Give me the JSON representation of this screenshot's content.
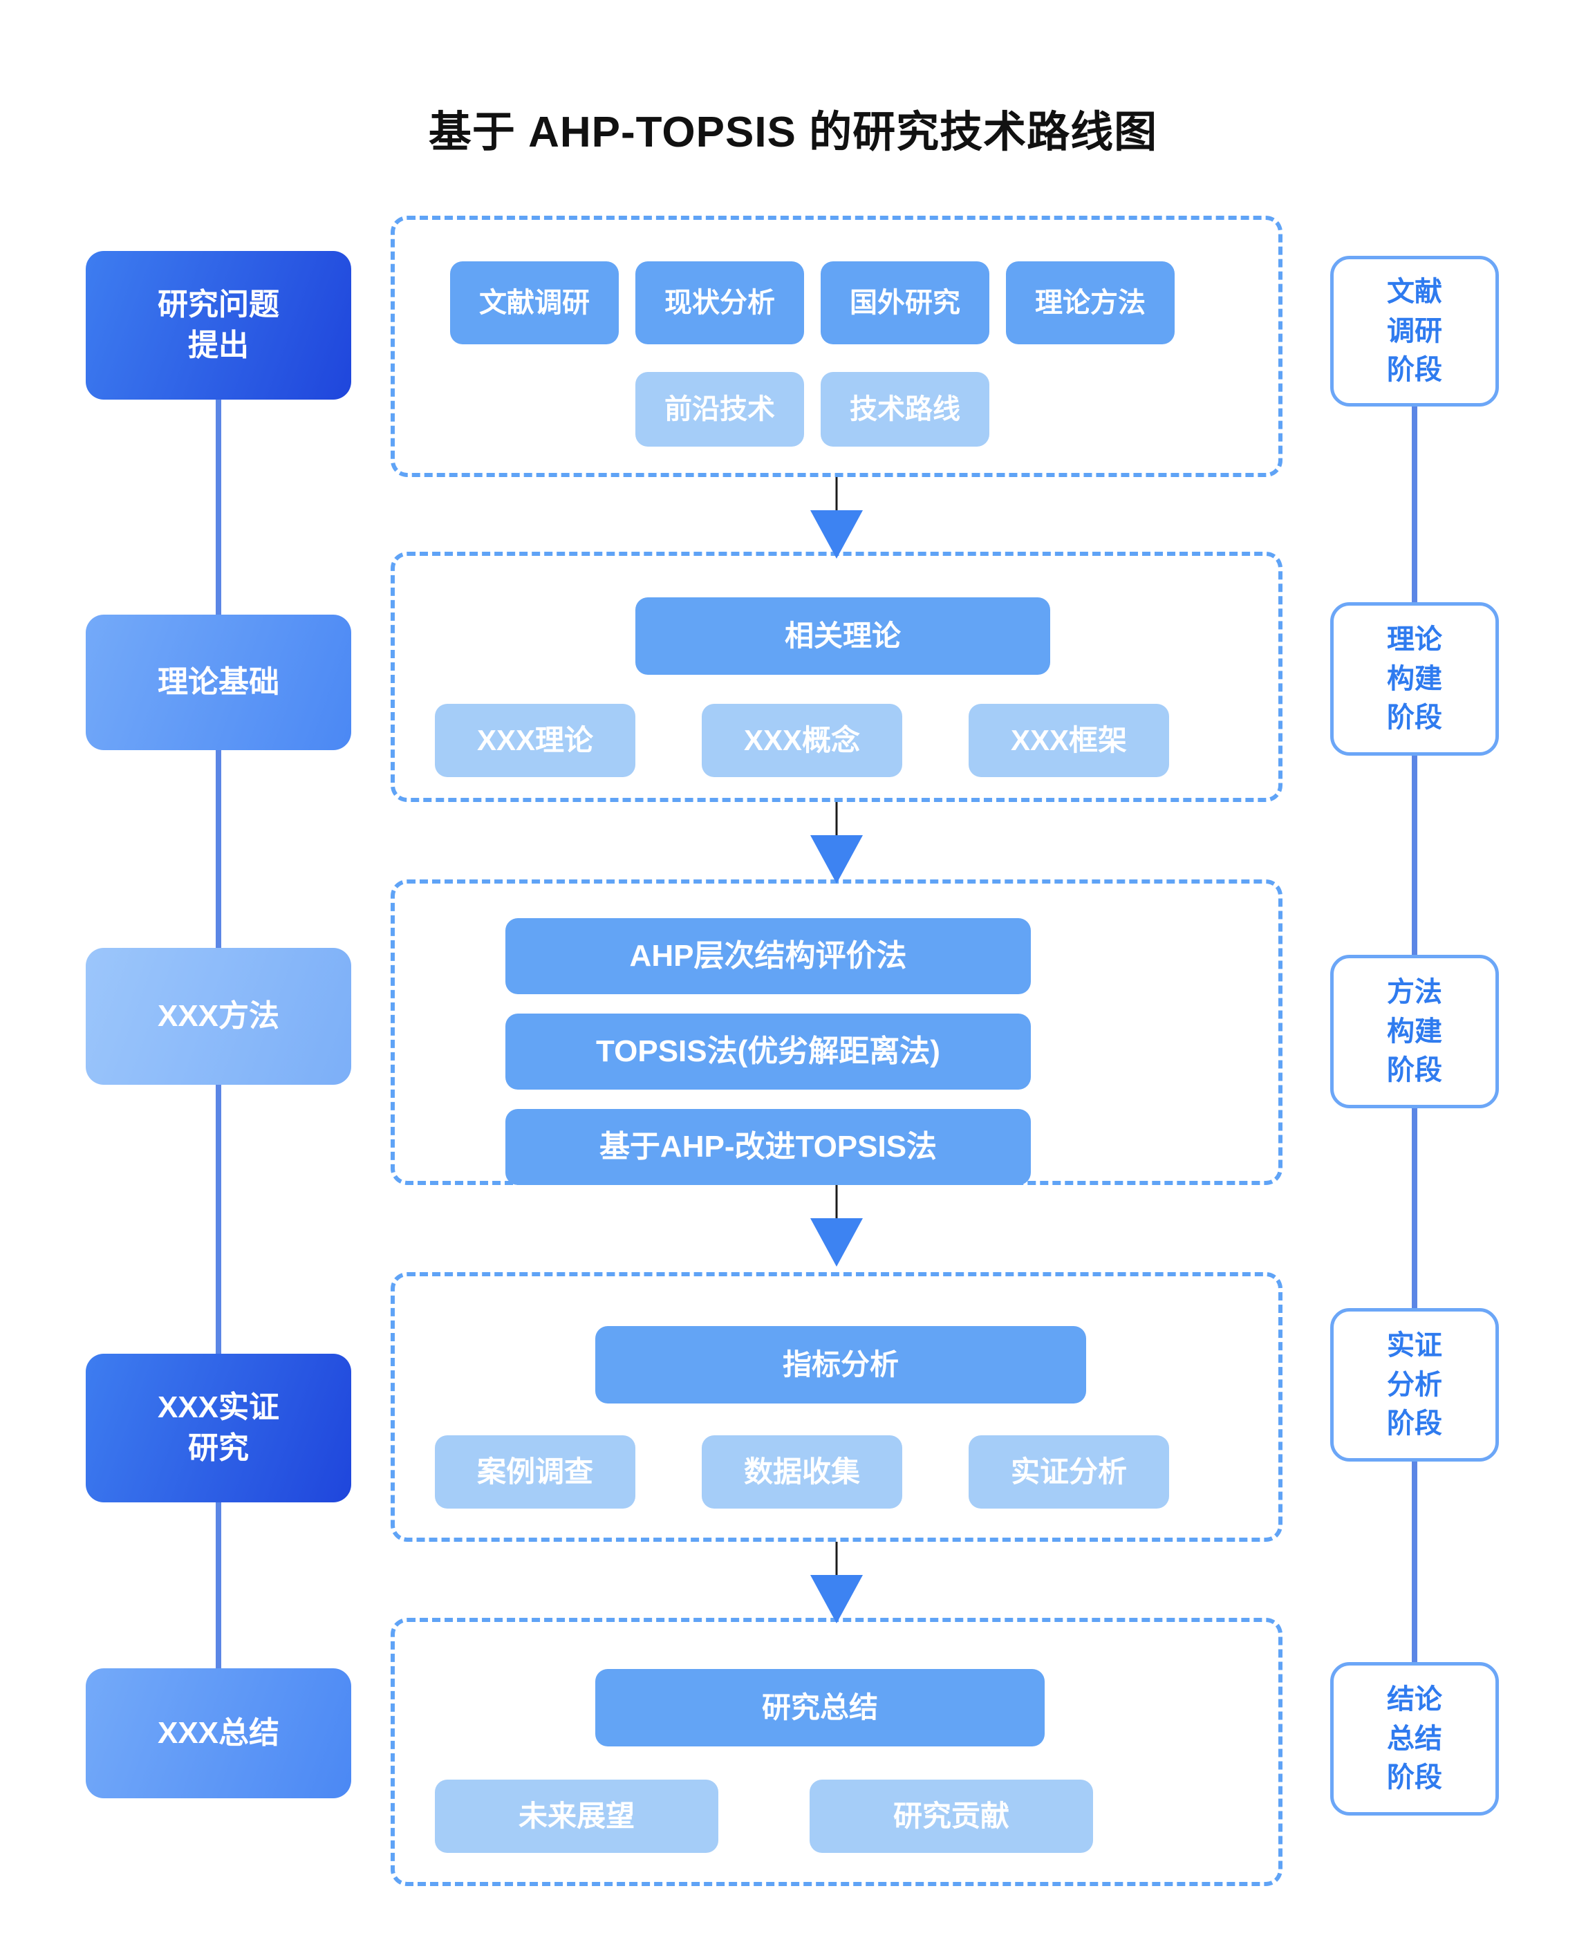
{
  "title": "基于 AHP-TOPSIS 的研究技术路线图",
  "colors": {
    "accent_dark": "#1F46DC",
    "accent_mid": "#63A4F5",
    "accent_soft": "#A5CDF8",
    "spine": "#5B86E5",
    "dashed_border": "#5FA3F6",
    "stage_text": "#2F7BEF",
    "arrow": "#3D83F2",
    "background": "#FFFFFF"
  },
  "left_column": {
    "items": [
      {
        "label": "研究问题\n提出",
        "tone": "dark"
      },
      {
        "label": "理论基础",
        "tone": "mid"
      },
      {
        "label": "XXX方法",
        "tone": "light"
      },
      {
        "label": "XXX实证\n研究",
        "tone": "dark"
      },
      {
        "label": "XXX总结",
        "tone": "mid"
      }
    ]
  },
  "right_column": {
    "items": [
      {
        "label": "文献\n调研\n阶段"
      },
      {
        "label": "理论\n构建\n阶段"
      },
      {
        "label": "方法\n构建\n阶段"
      },
      {
        "label": "实证\n分析\n阶段"
      },
      {
        "label": "结论\n总结\n阶段"
      }
    ]
  },
  "groups": [
    {
      "name": "literature-review-group",
      "rows": [
        {
          "tone": "med",
          "nodes": [
            "文献调研",
            "现状分析",
            "国外研究",
            "理论方法"
          ]
        },
        {
          "tone": "soft",
          "nodes": [
            "前沿技术",
            "技术路线"
          ]
        }
      ]
    },
    {
      "name": "theory-group",
      "rows": [
        {
          "tone": "med",
          "nodes": [
            "相关理论"
          ]
        },
        {
          "tone": "soft",
          "nodes": [
            "XXX理论",
            "XXX概念",
            "XXX框架"
          ]
        }
      ]
    },
    {
      "name": "method-group",
      "rows": [
        {
          "tone": "med",
          "nodes": [
            "AHP层次结构评价法"
          ]
        },
        {
          "tone": "med",
          "nodes": [
            "TOPSIS法(优劣解距离法)"
          ]
        },
        {
          "tone": "med",
          "nodes": [
            "基于AHP-改进TOPSIS法"
          ]
        }
      ]
    },
    {
      "name": "empirical-group",
      "rows": [
        {
          "tone": "med",
          "nodes": [
            "指标分析"
          ]
        },
        {
          "tone": "soft",
          "nodes": [
            "案例调查",
            "数据收集",
            "实证分析"
          ]
        }
      ]
    },
    {
      "name": "conclusion-group",
      "rows": [
        {
          "tone": "med",
          "nodes": [
            "研究总结"
          ]
        },
        {
          "tone": "soft",
          "nodes": [
            "未来展望",
            "研究贡献"
          ]
        }
      ]
    }
  ],
  "nodes": {
    "g1r1c1": "文献调研",
    "g1r1c2": "现状分析",
    "g1r1c3": "国外研究",
    "g1r1c4": "理论方法",
    "g1r2c1": "前沿技术",
    "g1r2c2": "技术路线",
    "g2r1c1": "相关理论",
    "g2r2c1": "XXX理论",
    "g2r2c2": "XXX概念",
    "g2r2c3": "XXX框架",
    "g3r1c1": "AHP层次结构评价法",
    "g3r2c1": "TOPSIS法(优劣解距离法)",
    "g3r3c1": "基于AHP-改进TOPSIS法",
    "g4r1c1": "指标分析",
    "g4r2c1": "案例调查",
    "g4r2c2": "数据收集",
    "g4r2c3": "实证分析",
    "g5r1c1": "研究总结",
    "g5r2c1": "未来展望",
    "g5r2c2": "研究贡献"
  },
  "left": {
    "b1": "研究问题\n提出",
    "b2": "理论基础",
    "b3": "XXX方法",
    "b4": "XXX实证\n研究",
    "b5": "XXX总结"
  },
  "right": {
    "s1": "文献\n调研\n阶段",
    "s2": "理论\n构建\n阶段",
    "s3": "方法\n构建\n阶段",
    "s4": "实证\n分析\n阶段",
    "s5": "结论\n总结\n阶段"
  }
}
